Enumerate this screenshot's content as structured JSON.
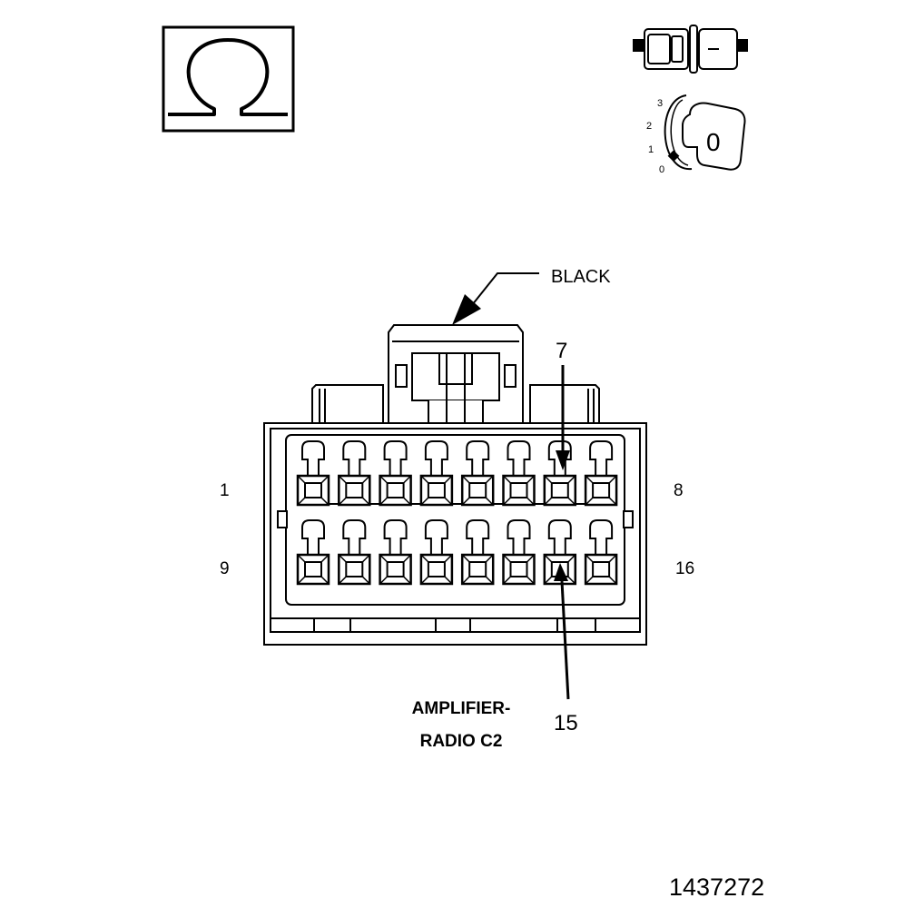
{
  "connector": {
    "color_label": "BLACK",
    "name_line1": "AMPLIFIER-",
    "name_line2": "RADIO C2",
    "cavity_1": "1",
    "cavity_7": "7",
    "cavity_8": "8",
    "cavity_9": "9",
    "cavity_15": "15",
    "cavity_16": "16",
    "cavities_per_row": 8,
    "rows": 2
  },
  "icons": {
    "ohmmeter": "omega-icon",
    "connector_symbol": "connector-icon",
    "ignition_key": "ignition-key-icon"
  },
  "ignition": {
    "positions": [
      "3",
      "2",
      "1",
      "0"
    ],
    "key_position": "0"
  },
  "figure_id": "1437272"
}
